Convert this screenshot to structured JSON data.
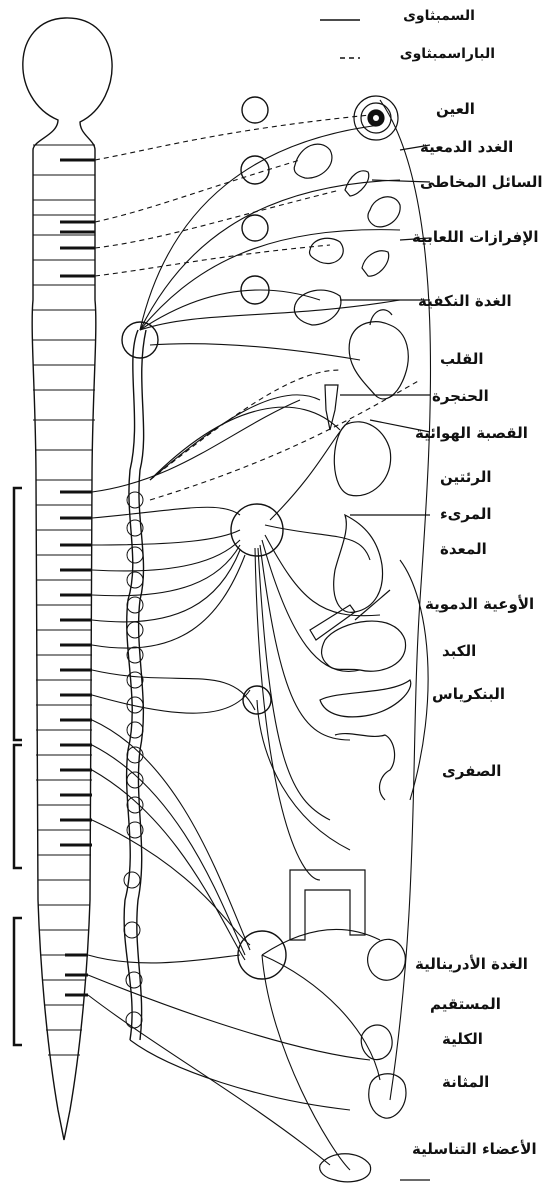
{
  "legend": {
    "sympathetic": "السمبثاوى",
    "parasympathetic": "الباراسمبثاوى"
  },
  "organs": {
    "eye": "العين",
    "lacrimal": "الغدد الدمعية",
    "mucus": "السائل المخاطى",
    "saliva": "الإفرازات اللعابية",
    "parotid": "الغدة النكفية",
    "heart": "القلب",
    "larynx": "الحنجرة",
    "trachea": "القصبة الهوائية",
    "lungs": "الرئتين",
    "esophagus": "المرىء",
    "stomach": "المعدة",
    "vessels": "الأوعية الدموية",
    "liver": "الكبد",
    "pancreas": "البنكرياس",
    "gallbladder": "الصفرى",
    "adrenal": "الغدة الأدرينالية",
    "rectum": "المستقيم",
    "kidney": "الكلية",
    "bladder": "المثانة",
    "genitals": "الأعضاء التناسلية"
  }
}
